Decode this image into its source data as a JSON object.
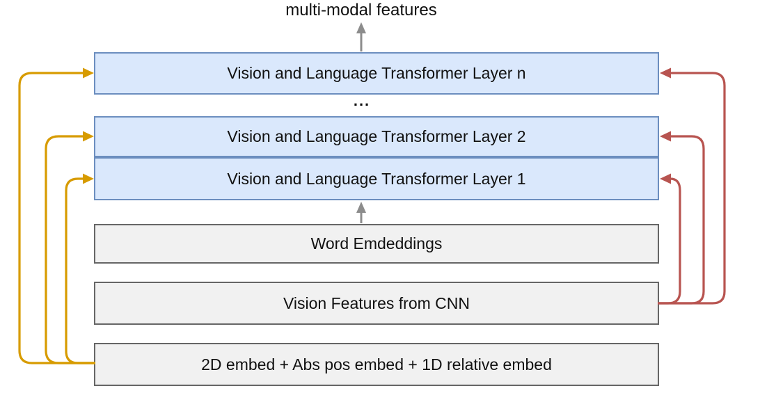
{
  "diagram": {
    "output_label": "multi-modal features",
    "ellipsis": "...",
    "transformer_layers": [
      {
        "id": "n",
        "label": "Vision and Language Transformer Layer n"
      },
      {
        "id": "2",
        "label": "Vision and Language Transformer Layer 2"
      },
      {
        "id": "1",
        "label": "Vision and Language Transformer Layer 1"
      }
    ],
    "input_blocks": [
      {
        "id": "word-embeddings",
        "label": "Word Emdeddings"
      },
      {
        "id": "vision-features",
        "label": "Vision Features from CNN"
      },
      {
        "id": "position-embeddings",
        "label": "2D embed + Abs pos embed + 1D relative embed"
      }
    ],
    "arrows": {
      "embed_arrows_note": "position embeddings feed every transformer layer (left, amber)",
      "vision_arrows_note": "CNN vision features feed every transformer layer (right, red)",
      "word_arrow_note": "word embeddings feed transformer layer 1 (gray, up)",
      "output_arrow_note": "layer n emits multi-modal features (gray, up)"
    },
    "colors": {
      "layer_fill": "#dae8fc",
      "layer_border": "#6c8ebf",
      "input_fill": "#f1f1f1",
      "input_border": "#666666",
      "gray_arrow": "#8c8c8c",
      "embed_arrow": "#d79b00",
      "vision_arrow": "#b85450"
    }
  }
}
